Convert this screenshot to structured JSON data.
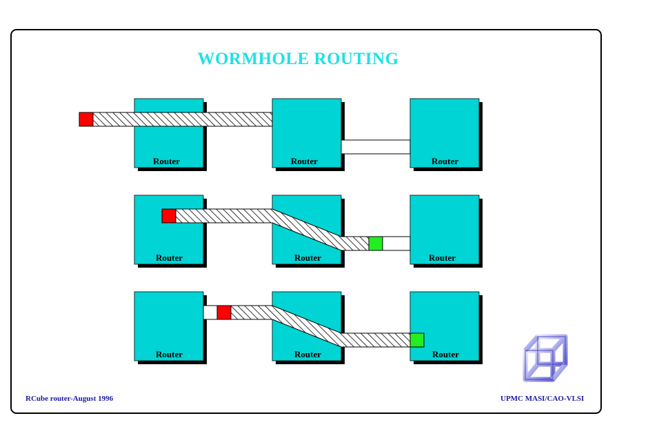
{
  "title": "WORMHOLE ROUTING",
  "router_label": "Router",
  "footer_left": "RCube router-August 1996",
  "footer_right": "UPMC MASI/CAO-VLSI",
  "colors": {
    "router_fill": "#00d4d4",
    "router_shadow": "#000000",
    "head_flit": "#ff0000",
    "tail_flit": "#22ee22",
    "title": "#22e0e6",
    "footer": "#1a1aa0"
  },
  "rows": [
    {
      "routers": [
        "Router",
        "Router",
        "Router"
      ],
      "head_flit": "red",
      "tail_flit": "none"
    },
    {
      "routers": [
        "Router",
        "Router",
        "Router"
      ],
      "head_flit": "red",
      "tail_flit": "green"
    },
    {
      "routers": [
        "Router",
        "Router",
        "Router"
      ],
      "head_flit": "red",
      "tail_flit": "green"
    }
  ],
  "logo": "rcube-logo"
}
